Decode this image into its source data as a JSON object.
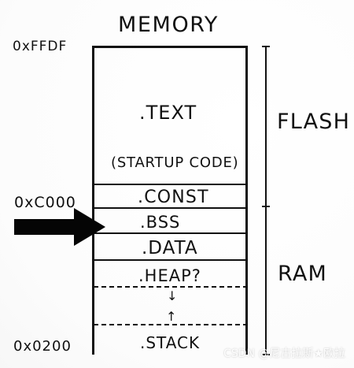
{
  "diagram": {
    "title": "MEMORY",
    "addresses": {
      "top": "0xFFDF",
      "middle": "0xC000",
      "bottom": "0x0200"
    },
    "segments": {
      "text": ".TEXT",
      "startup": "(STARTUP CODE)",
      "const": ".CONST",
      "bss": ".BSS",
      "data": ".DATA",
      "heap": ".HEAP?",
      "stack": ".STACK"
    },
    "regions": {
      "flash": "FLASH",
      "ram": "RAM"
    },
    "markers": {
      "heap_direction": "↓",
      "stack_direction": "↑"
    }
  },
  "watermark": "CSDN @尼古拉斯★欧拉"
}
